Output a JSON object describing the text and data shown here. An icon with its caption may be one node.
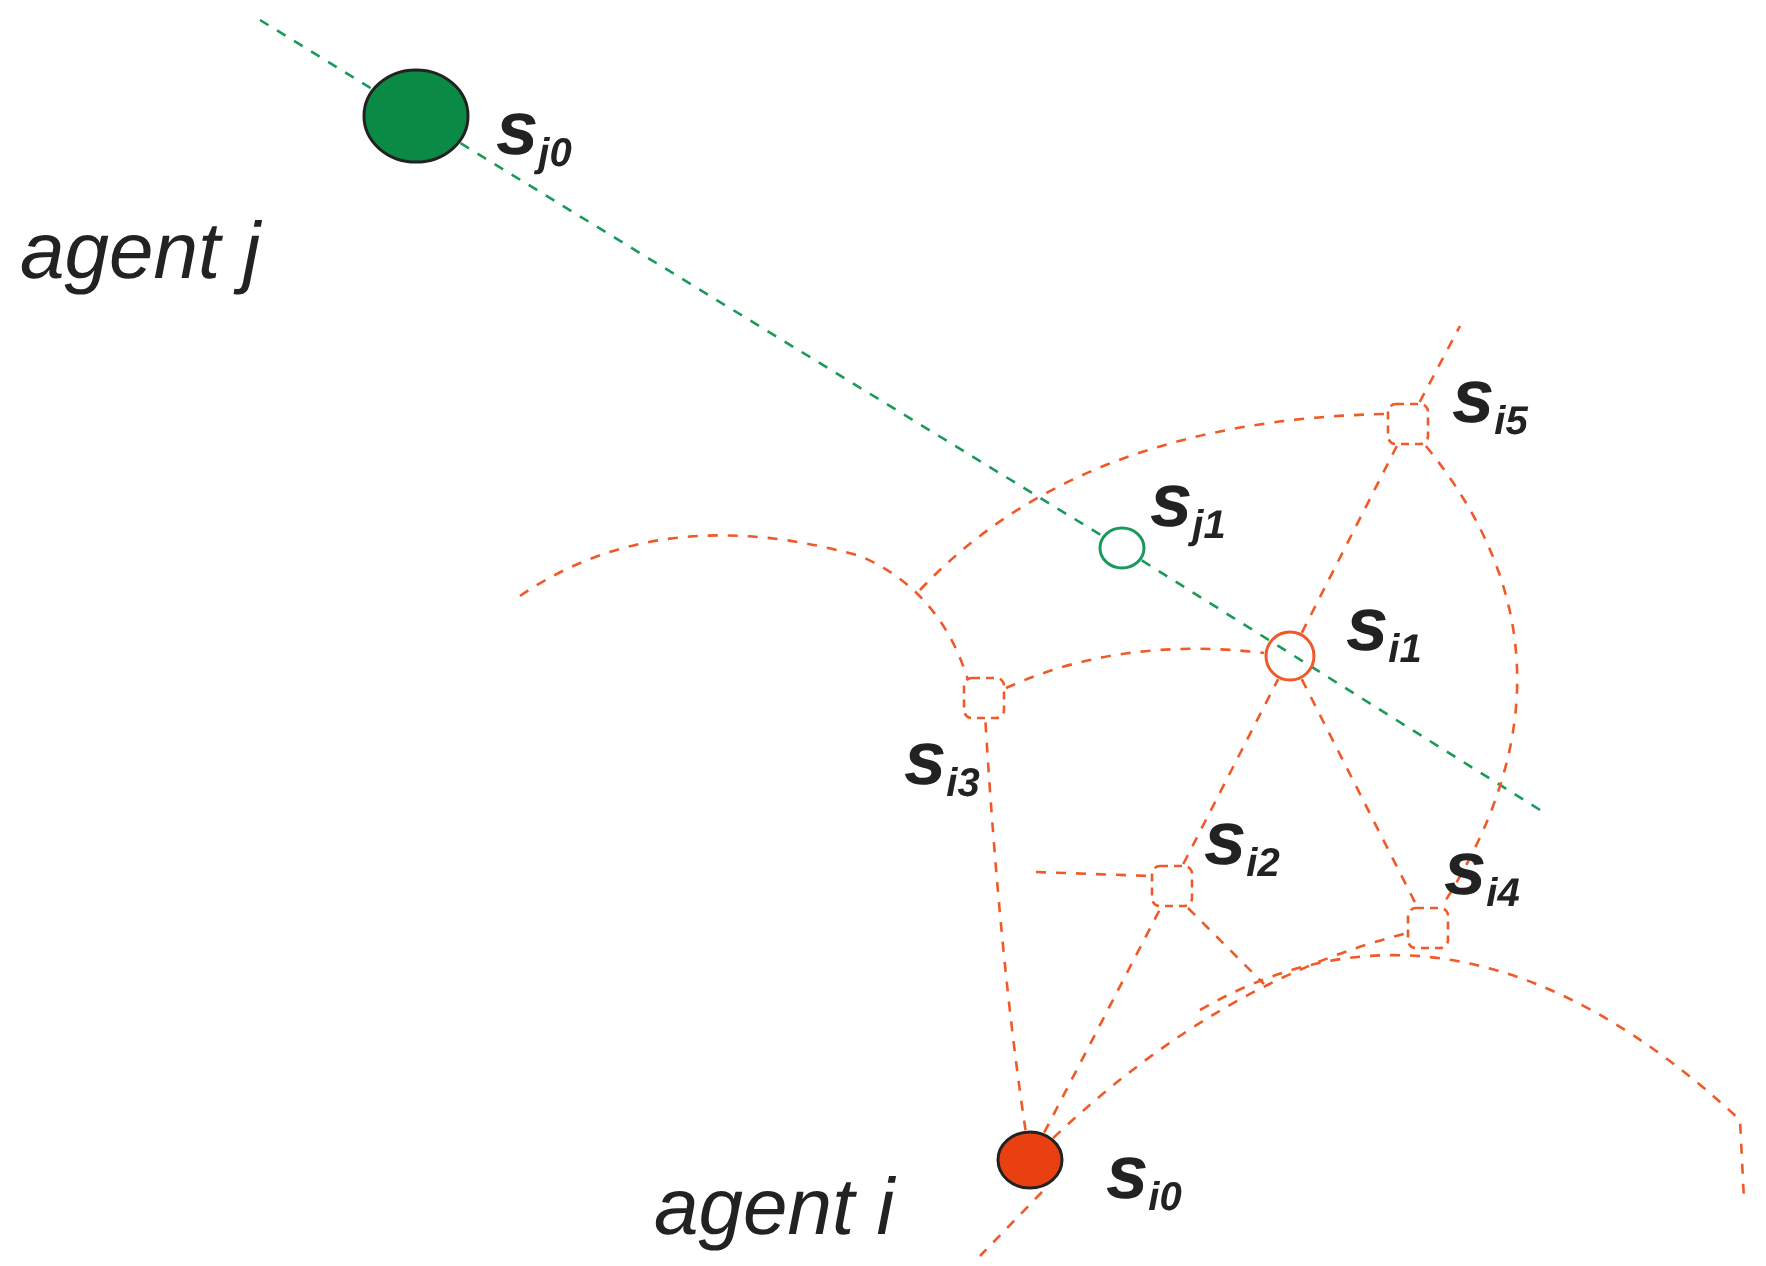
{
  "diagram": {
    "nodes": [
      {
        "text": [],
        "shape": "circle",
        "beside": [
          "s$_{j0}$",
          "agent j"
        ]
      },
      {
        "text": [],
        "shape": "circle",
        "beside": [
          "s$_{j1}$"
        ]
      },
      {
        "text": [],
        "shape": "circle",
        "beside": [
          "s$_{i0}$",
          "agent i"
        ]
      },
      {
        "text": [],
        "shape": "circle",
        "beside": [
          "s$_{i1}$"
        ]
      },
      {
        "text": [],
        "shape": "box",
        "beside": [
          "s$_{i2}$"
        ]
      },
      {
        "text": [],
        "shape": "box",
        "beside": [
          "s$_{i3}$"
        ]
      },
      {
        "text": [],
        "shape": "box",
        "beside": [
          "s$_{i4}$"
        ]
      },
      {
        "text": [],
        "shape": "box",
        "beside": [
          "s$_{i5}$"
        ]
      }
    ],
    "edges": [
      {
        "from": null,
        "to": 0,
        "arrow": "none",
        "style": "dashed",
        "color": "#1a9a5a"
      },
      {
        "from": 0,
        "to": 1,
        "arrow": "none",
        "style": "dashed",
        "color": "#1a9a5a"
      },
      {
        "from": 1,
        "to": null,
        "arrow": "none",
        "style": "dashed",
        "color": "#1a9a5a"
      },
      {
        "from": 2,
        "to": 4,
        "arrow": "none",
        "style": "dashed",
        "color": "#f05a28"
      },
      {
        "from": 2,
        "to": 5,
        "arrow": "none",
        "style": "dashed",
        "color": "#f05a28"
      },
      {
        "from": 2,
        "to": 6,
        "arrow": "none",
        "style": "dashed",
        "color": "#f05a28"
      },
      {
        "from": 5,
        "to": 3,
        "arrow": "none",
        "style": "dashed",
        "color": "#f05a28"
      },
      {
        "from": 4,
        "to": 3,
        "arrow": "none",
        "style": "dashed",
        "color": "#f05a28"
      },
      {
        "from": 3,
        "to": 7,
        "arrow": "none",
        "style": "dashed",
        "color": "#f05a28"
      },
      {
        "from": 3,
        "to": 6,
        "arrow": "none",
        "style": "dashed",
        "color": "#f05a28"
      },
      {
        "from": 7,
        "to": 6,
        "arrow": "none",
        "style": "dashed",
        "color": "#f05a28"
      },
      {
        "from": 7,
        "to": null,
        "arrow": "none",
        "style": "dashed",
        "color": "#f05a28"
      }
    ]
  }
}
